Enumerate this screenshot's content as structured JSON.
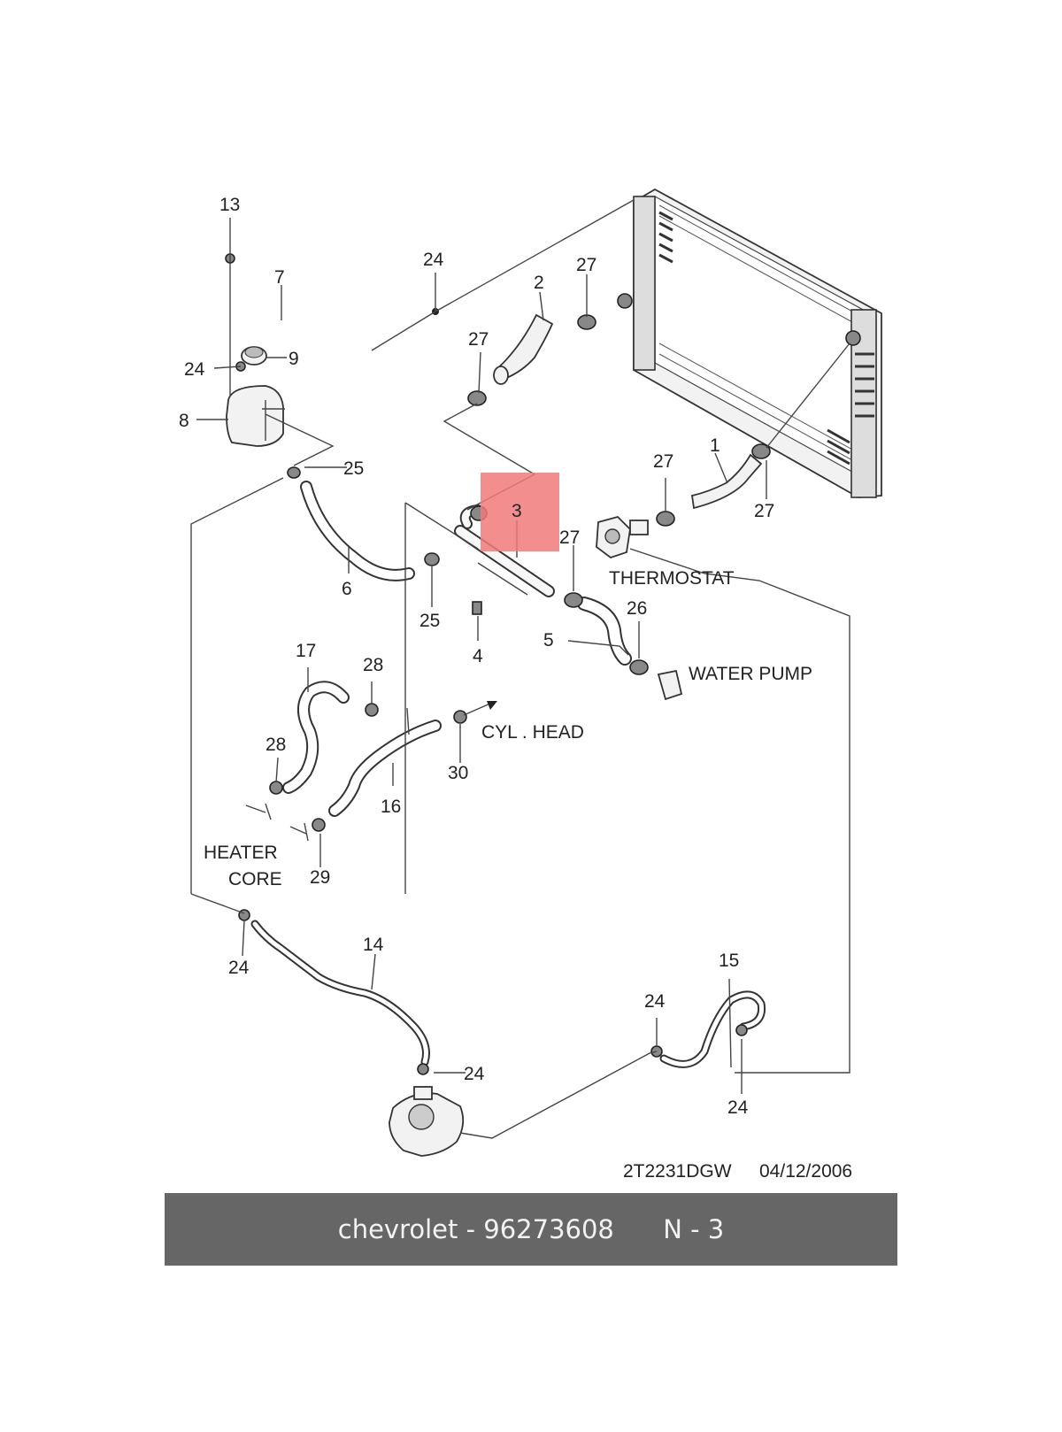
{
  "diagram": {
    "callouts": [
      {
        "id": "c13",
        "text": "13"
      },
      {
        "id": "c24a",
        "text": "24"
      },
      {
        "id": "c7",
        "text": "7"
      },
      {
        "id": "c2",
        "text": "2"
      },
      {
        "id": "c27a",
        "text": "27"
      },
      {
        "id": "c27b",
        "text": "27"
      },
      {
        "id": "c9",
        "text": "9"
      },
      {
        "id": "c24b",
        "text": "24"
      },
      {
        "id": "c8",
        "text": "8"
      },
      {
        "id": "c25a",
        "text": "25"
      },
      {
        "id": "c1",
        "text": "1"
      },
      {
        "id": "c27c",
        "text": "27"
      },
      {
        "id": "c27d",
        "text": "27"
      },
      {
        "id": "c3",
        "text": "3"
      },
      {
        "id": "c27e",
        "text": "27"
      },
      {
        "id": "c6",
        "text": "6"
      },
      {
        "id": "c25b",
        "text": "25"
      },
      {
        "id": "c4",
        "text": "4"
      },
      {
        "id": "c26",
        "text": "26"
      },
      {
        "id": "c5",
        "text": "5"
      },
      {
        "id": "c17",
        "text": "17"
      },
      {
        "id": "c28a",
        "text": "28"
      },
      {
        "id": "c28b",
        "text": "28"
      },
      {
        "id": "c30",
        "text": "30"
      },
      {
        "id": "c16",
        "text": "16"
      },
      {
        "id": "c29",
        "text": "29"
      },
      {
        "id": "c14",
        "text": "14"
      },
      {
        "id": "c24c",
        "text": "24"
      },
      {
        "id": "c15",
        "text": "15"
      },
      {
        "id": "c24d",
        "text": "24"
      },
      {
        "id": "c24e",
        "text": "24"
      },
      {
        "id": "c24f",
        "text": "24"
      }
    ],
    "labels": {
      "thermostat": "THERMOSTAT",
      "water_pump": "WATER PUMP",
      "cyl_head": "CYL . HEAD",
      "heater_line1": "HEATER",
      "heater_line2": "CORE"
    },
    "drawing_code": "2T2231DGW",
    "drawing_date": "04/12/2006",
    "highlight_color": "#f07a7a"
  },
  "footer": {
    "brand_part": "chevrolet - 96273608",
    "position": "N - 3",
    "bar_color": "#666666"
  }
}
